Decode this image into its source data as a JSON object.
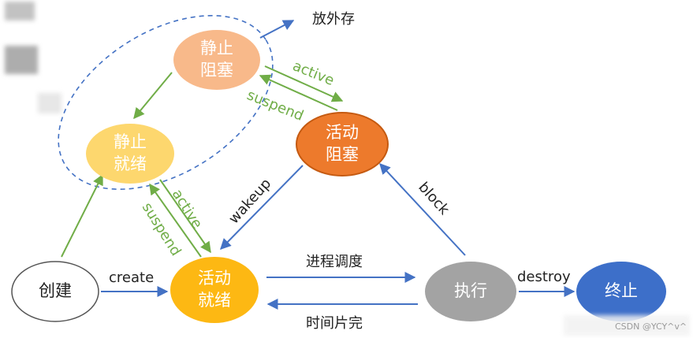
{
  "diagram": {
    "nodes": {
      "static_blocked": {
        "line1": "静止",
        "line2": "阻塞",
        "color": "#f8b98a"
      },
      "static_ready": {
        "line1": "静止",
        "line2": "就绪",
        "color": "#fdd76e"
      },
      "active_blocked": {
        "line1": "活动",
        "line2": "阻塞",
        "color": "#ed7a2c"
      },
      "active_ready": {
        "line1": "活动",
        "line2": "就绪",
        "color": "#fdb813"
      },
      "create": {
        "line1": "创建",
        "color": "#ffffff"
      },
      "execute": {
        "line1": "执行",
        "color": "#a3a3a3"
      },
      "terminate": {
        "line1": "终止",
        "color": "#3d6fc9"
      }
    },
    "edge_labels": {
      "swap_out": "放外存",
      "active_upper": "active",
      "suspend_upper": "suspend",
      "active_lower": "active",
      "suspend_lower": "suspend",
      "wakeup": "wakeup",
      "block": "block",
      "create": "create",
      "schedule": "进程调度",
      "timeslice": "时间片完",
      "destroy": "destroy"
    },
    "colors": {
      "arrow_blue": "#4472c4",
      "arrow_green": "#70ad47",
      "label_green": "#70ad47",
      "dashed": "#4472c4"
    }
  },
  "watermark": "CSDN @YCY^v^"
}
